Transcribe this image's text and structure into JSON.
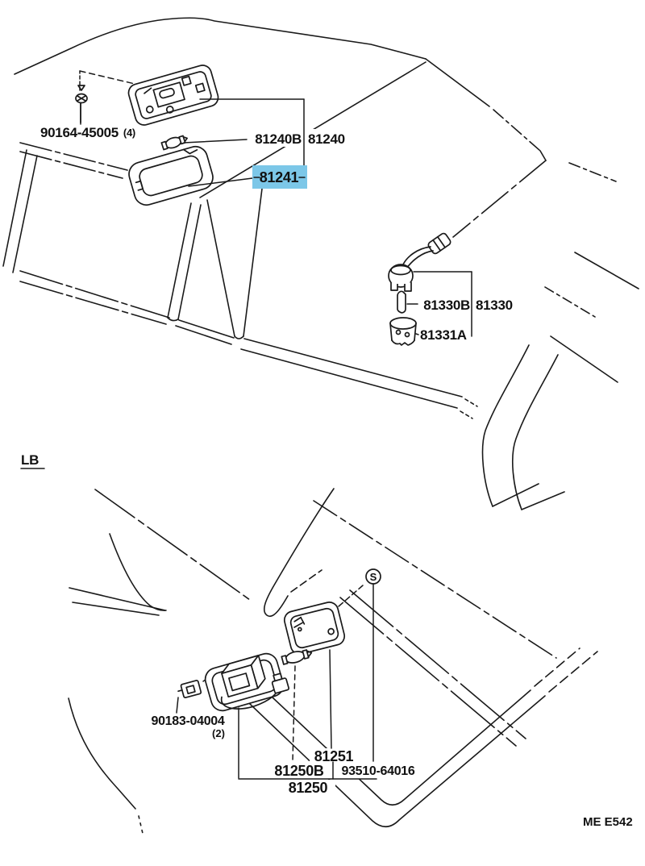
{
  "page": {
    "background": "#ffffff",
    "ink": "#1a1a1a",
    "highlight_color": "#7cc7e8"
  },
  "section": {
    "label": "LB"
  },
  "figure_code": {
    "text": "ME E542"
  },
  "symbols": {
    "screw_marker": "S"
  },
  "callouts": {
    "roof_screw": {
      "number": "90164-45005",
      "qty": "(4)"
    },
    "roof_lamp": {
      "bulb": "81240B",
      "assembly": "81240"
    },
    "roof_lens": {
      "number": "81241",
      "highlighted": true
    },
    "rear_lamp": {
      "socket": "81330B",
      "assembly": "81330",
      "lens": "81331A"
    },
    "luggage_clip": {
      "number": "90183-04004",
      "qty": "(2)"
    },
    "luggage_lens": {
      "number": "81251"
    },
    "luggage_bulb": {
      "number": "81250B"
    },
    "luggage_screw": {
      "number": "93510-64016"
    },
    "luggage_lamp": {
      "number": "81250"
    }
  }
}
